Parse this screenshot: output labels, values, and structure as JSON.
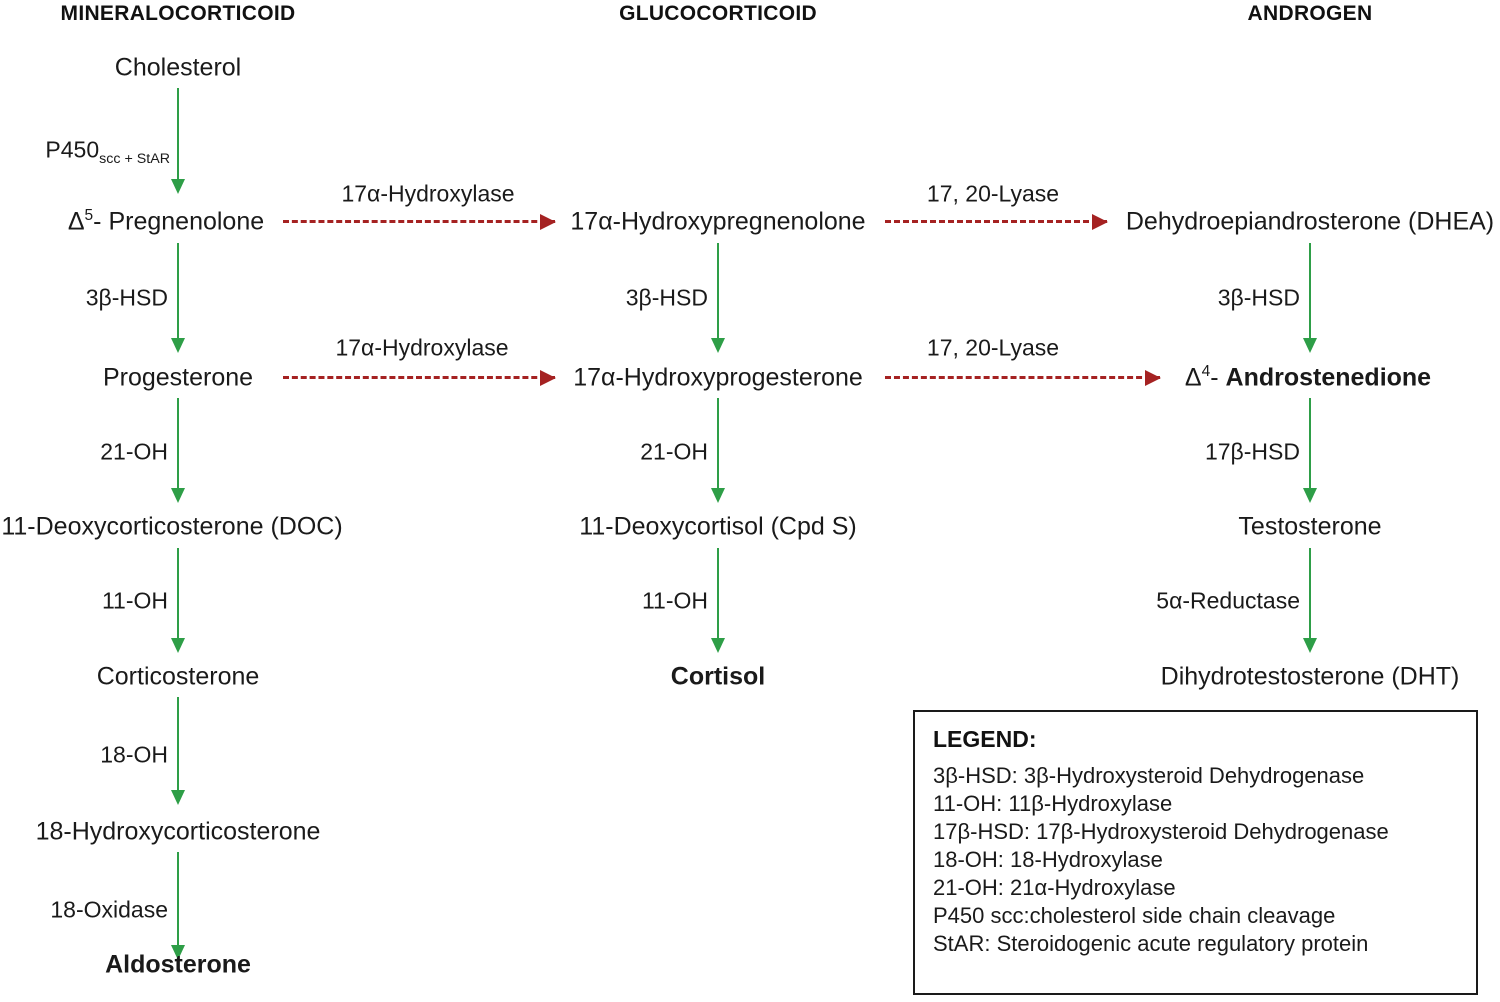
{
  "diagram": {
    "title": "Adrenal steroidogenesis pathway",
    "colors": {
      "arrow_solid": "#2e9e47",
      "arrow_dashed": "#a52222",
      "text": "#1a1a1a",
      "background": "#ffffff"
    },
    "headers": [
      {
        "label": "MINERALOCORTICOID"
      },
      {
        "label": "GLUCOCORTICOID"
      },
      {
        "label": "ANDROGEN"
      }
    ],
    "nodes": {
      "cholesterol": "Cholesterol",
      "pregnenolone_prefix": "Δ",
      "pregnenolone_sup": "5",
      "pregnenolone_rest": "- Pregnenolone",
      "progesterone": "Progesterone",
      "doc": "11-Deoxycorticosterone (DOC)",
      "corticosterone": "Corticosterone",
      "hydroxycorticosterone": "18-Hydroxycorticosterone",
      "aldosterone": "Aldosterone",
      "hydroxypregnenolone": "17α-Hydroxypregnenolone",
      "hydroxyprogesterone": "17α-Hydroxyprogesterone",
      "deoxycortisol": "11-Deoxycortisol (Cpd S)",
      "cortisol": "Cortisol",
      "dhea": "Dehydroepiandrosterone (DHEA)",
      "androstenedione_prefix": "Δ",
      "androstenedione_sup": "4",
      "androstenedione_rest": "- ",
      "androstenedione_bold": "Androstenedione",
      "testosterone": "Testosterone",
      "dht": "Dihydrotestosterone (DHT)"
    },
    "enzymes": {
      "p450_base": "P450",
      "p450_sub": "scc + StAR",
      "hsd3b_left": "3β-HSD",
      "oh21_left": "21-OH",
      "oh11_left": "11-OH",
      "oh18_left": "18-OH",
      "oxidase18": "18-Oxidase",
      "hsd3b_mid": "3β-HSD",
      "oh21_mid": "21-OH",
      "oh11_mid": "11-OH",
      "hsd3b_right": "3β-HSD",
      "hsd17b": "17β-HSD",
      "reductase5a": "5α-Reductase",
      "hydroxylase17a_top": "17α-Hydroxylase",
      "hydroxylase17a_bottom": "17α-Hydroxylase",
      "lyase_top": "17, 20-Lyase",
      "lyase_bottom": "17, 20-Lyase"
    },
    "legend": {
      "title": "LEGEND:",
      "entries": [
        "3β-HSD: 3β-Hydroxysteroid Dehydrogenase",
        "11-OH: 11β-Hydroxylase",
        "17β-HSD: 17β-Hydroxysteroid Dehydrogenase",
        "18-OH: 18-Hydroxylase",
        "21-OH: 21α-Hydroxylase",
        "P450 scc:cholesterol side chain cleavage",
        "StAR: Steroidogenic acute regulatory protein"
      ]
    }
  }
}
